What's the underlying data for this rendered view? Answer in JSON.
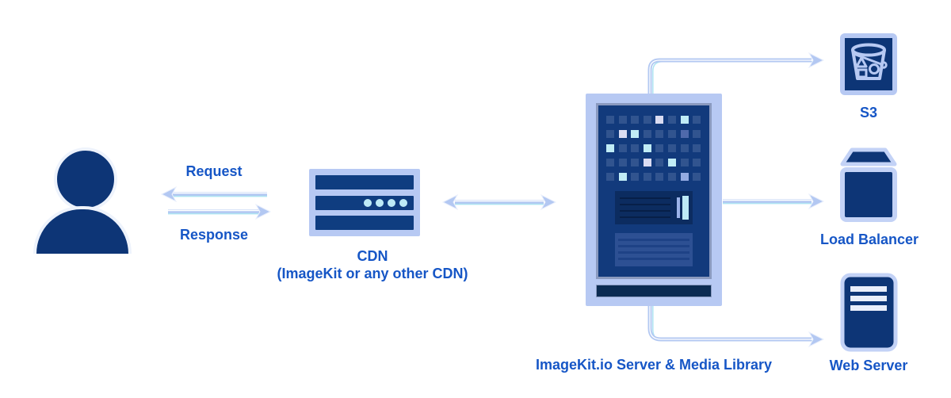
{
  "title": "CDN / ImageKit architecture diagram",
  "colors": {
    "navy": "#0d3576",
    "cdn_navy": "#0f3d80",
    "panel_navy": "#123a7c",
    "peri": "#b7c9f3",
    "frame_light": "#b7c9f3",
    "inner_frame": "#8a9abf",
    "cyan": "#bdeaf6",
    "vbar_peri": "#9db4ea",
    "mid_panel": "#0c2c60",
    "mid_panel_line": "#071f48",
    "stripe_panel": "#2d5093",
    "stripe_line": "#1e4286",
    "bottom_bar": "#0b2b52",
    "label_blue": "#1656c6",
    "arrow_peri": "#b3c8f2",
    "arrow_cyan": "#aee4f2"
  },
  "nodes": {
    "user": {
      "name": "user"
    },
    "cdn": {
      "label": "CDN",
      "sublabel": "(ImageKit or any other CDN)"
    },
    "server": {
      "label": "ImageKit.io Server & Media Library"
    },
    "s3": {
      "label": "S3"
    },
    "load_balancer": {
      "label": "Load Balancer"
    },
    "web_server": {
      "label": "Web Server"
    }
  },
  "edges": {
    "user_cdn_request": {
      "label": "Request",
      "direction": "left"
    },
    "user_cdn_response": {
      "label": "Response",
      "direction": "right"
    },
    "cdn_server": {
      "direction": "both"
    },
    "server_s3": {
      "direction": "right"
    },
    "server_load_balancer": {
      "direction": "right"
    },
    "server_web_server": {
      "direction": "right"
    }
  },
  "server_grid": {
    "legend": {
      "m": "#31548f",
      "c": "#c0ecf6",
      "l": "#dadcf2",
      "b": "#4f69ab",
      "p": "#93abe2"
    },
    "rows": [
      [
        "m",
        "m",
        "m",
        "m",
        "l",
        "m",
        "c",
        "m"
      ],
      [
        "m",
        "l",
        "c",
        "m",
        "m",
        "m",
        "b",
        "m"
      ],
      [
        "c",
        "m",
        "m",
        "c",
        "m",
        "m",
        "m",
        "m"
      ],
      [
        "m",
        "m",
        "m",
        "l",
        "m",
        "c",
        "m",
        "m"
      ],
      [
        "m",
        "c",
        "m",
        "m",
        "m",
        "m",
        "p",
        "m"
      ]
    ]
  }
}
